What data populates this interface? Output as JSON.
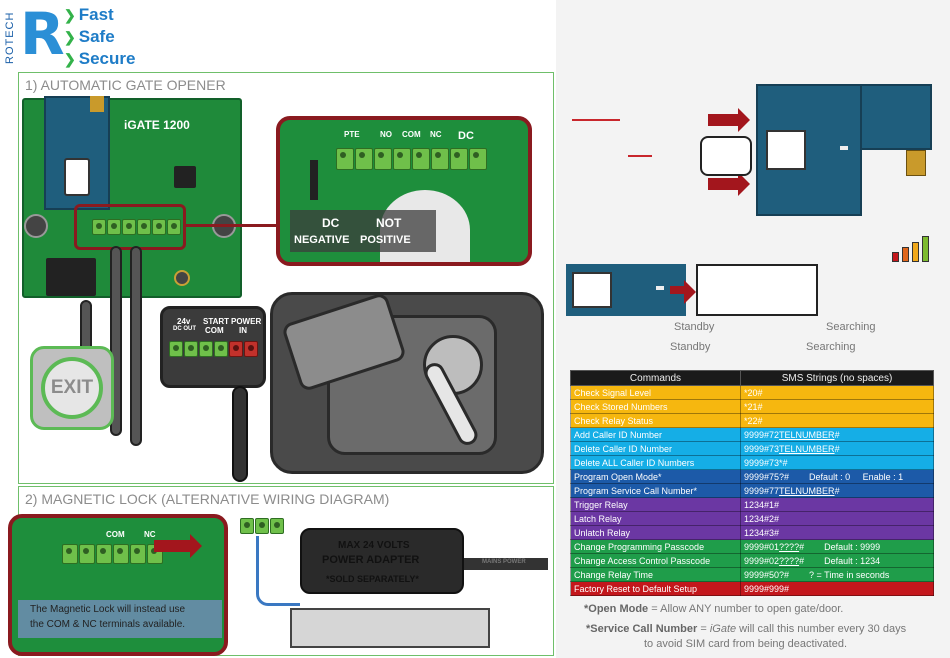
{
  "logo": {
    "vertical_text": "ROTECH",
    "letter": "R",
    "taglines": [
      "Fast",
      "Safe",
      "Secure"
    ]
  },
  "section1": {
    "title": "1) AUTOMATIC GATE OPENER",
    "board_label": "iGATE 1200",
    "zoom_terminal_labels": [
      "PTE",
      "NO",
      "COM",
      "NC",
      "DC"
    ],
    "zoom_overlay": [
      "DC",
      "NOT",
      "NEGATIVE",
      "POSITIVE"
    ],
    "controller_labels": [
      "24v",
      "DC OUT",
      "START",
      "COM",
      "POWER",
      "IN"
    ],
    "exit_button": "EXIT"
  },
  "section2": {
    "title": "2) MAGNETIC LOCK (ALTERNATIVE WIRING DIAGRAM)",
    "terminal_labels": [
      "COM",
      "NC"
    ],
    "adapter_line1": "MAX 24 VOLTS",
    "adapter_line2": "POWER ADAPTER",
    "adapter_note": "*SOLD SEPARATELY*",
    "cable_label": "MAINS POWER",
    "maglock_note_line1": "The Magnetic Lock will instead use",
    "maglock_note_line2": "the COM & NC terminals available."
  },
  "status": {
    "standby_top": "Standby",
    "searching_top": "Searching",
    "standby_bottom": "Standby",
    "searching_bottom": "Searching"
  },
  "table": {
    "header_commands": "Commands",
    "header_sms": "SMS Strings (no spaces)",
    "rows": [
      {
        "group": "yellow",
        "cmd": "Check Signal Level",
        "sms": "*20#",
        "sms_u": "",
        "sms_tail": ""
      },
      {
        "group": "yellow",
        "cmd": "Check Stored Numbers",
        "sms": "*21#",
        "sms_u": "",
        "sms_tail": ""
      },
      {
        "group": "yellow",
        "cmd": "Check Relay Status",
        "sms": "*22#",
        "sms_u": "",
        "sms_tail": ""
      },
      {
        "group": "cyan",
        "cmd": "Add Caller ID Number",
        "sms": "9999#72",
        "sms_u": "TELNUMBER",
        "sms_tail": "#"
      },
      {
        "group": "cyan",
        "cmd": "Delete Caller ID Number",
        "sms": "9999#73",
        "sms_u": "TELNUMBER",
        "sms_tail": "#"
      },
      {
        "group": "cyan",
        "cmd": "Delete ALL Caller ID Numbers",
        "sms": "9999#73*#",
        "sms_u": "",
        "sms_tail": ""
      },
      {
        "group": "blue",
        "cmd": "Program Open Mode*",
        "sms": "9999#75?#        Default : 0     Enable : 1",
        "sms_u": "",
        "sms_tail": ""
      },
      {
        "group": "blue",
        "cmd": "Program Service Call Number*",
        "sms": "9999#77",
        "sms_u": "TELNUMBER",
        "sms_tail": "#"
      },
      {
        "group": "purple",
        "cmd": "Trigger Relay",
        "sms": "1234#1#",
        "sms_u": "",
        "sms_tail": ""
      },
      {
        "group": "purple",
        "cmd": "Latch Relay",
        "sms": "1234#2#",
        "sms_u": "",
        "sms_tail": ""
      },
      {
        "group": "purple",
        "cmd": "Unlatch Relay",
        "sms": "1234#3#",
        "sms_u": "",
        "sms_tail": ""
      },
      {
        "group": "green",
        "cmd": "Change Programming Passcode",
        "sms": "9999#01",
        "sms_u": "????",
        "sms_tail": "#        Default : 9999"
      },
      {
        "group": "green",
        "cmd": "Change Access Control Passcode",
        "sms": "9999#02",
        "sms_u": "????",
        "sms_tail": "#        Default : 1234"
      },
      {
        "group": "green",
        "cmd": "Change Relay  Time",
        "sms": "9999#50?#        ? = Time in seconds",
        "sms_u": "",
        "sms_tail": ""
      },
      {
        "group": "red",
        "cmd": "Factory Reset to Default Setup",
        "sms": "9999#999#",
        "sms_u": "",
        "sms_tail": ""
      }
    ]
  },
  "footnotes": {
    "open_mode_key": "*Open Mode",
    "open_mode_text": " = Allow ANY number to open gate/door.",
    "service_key": "*Service Call Number",
    "service_mid": " = ",
    "service_brand": "iGate",
    "service_text": " will call this number every 30 days",
    "service_line2": "to avoid SIM card from being deactivated."
  },
  "colors": {
    "accent_red": "#a3161d",
    "pcb_green": "#1f8a3a",
    "module_blue": "#1f5e7d",
    "frame_green": "#6fbf6a"
  }
}
